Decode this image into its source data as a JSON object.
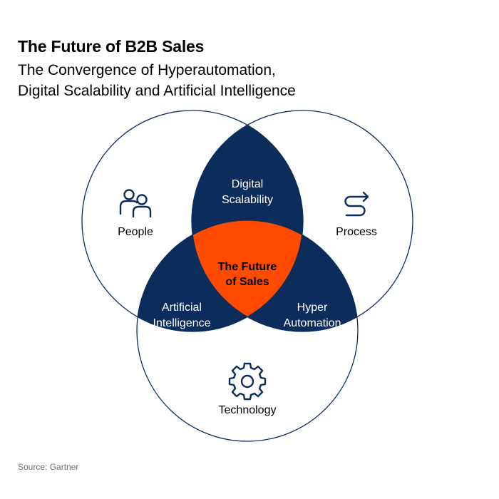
{
  "header": {
    "title": "The Future of B2B Sales",
    "subtitle_line1": "The Convergence of Hyperautomation,",
    "subtitle_line2": "Digital Scalability and Artificial Intelligence"
  },
  "diagram": {
    "circles": [
      {
        "label": "People",
        "icon": "people-icon"
      },
      {
        "label": "Process",
        "icon": "process-icon"
      },
      {
        "label": "Technology",
        "icon": "gear-icon"
      }
    ],
    "intersections": {
      "people_process": [
        "Digital",
        "Scalability"
      ],
      "people_technology": [
        "Artificial",
        "Intelligence"
      ],
      "process_technology": [
        "Hyper",
        "Automation"
      ],
      "center": [
        "The Future",
        "of Sales"
      ]
    },
    "colors": {
      "outline": "#0c2d5c",
      "pairwise_fill": "#0c2d5c",
      "center_fill": "#ff4a00",
      "label_text": "#000000",
      "inner_text": "#ffffff",
      "icon_color": "#0c2d5c"
    }
  },
  "footer": {
    "source": "Source: Gartner"
  }
}
